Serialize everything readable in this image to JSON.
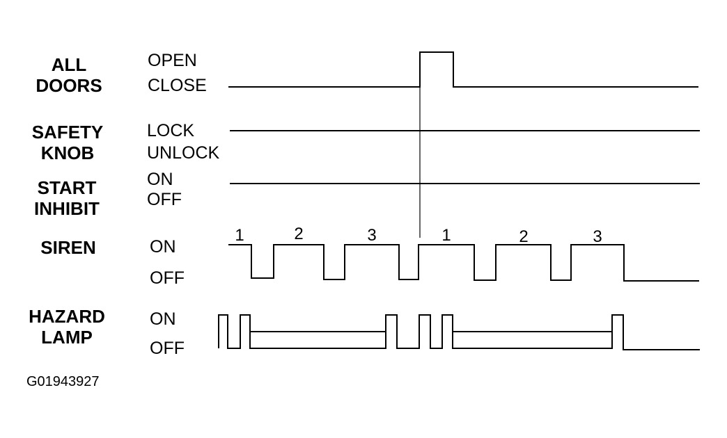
{
  "signals": [
    {
      "id": "all-doors",
      "name_lines": [
        "ALL",
        "DOORS"
      ],
      "states": [
        "OPEN",
        "CLOSE"
      ]
    },
    {
      "id": "safety-knob",
      "name_lines": [
        "SAFETY",
        "KNOB"
      ],
      "states": [
        "LOCK",
        "UNLOCK"
      ]
    },
    {
      "id": "start-inhibit",
      "name_lines": [
        "START",
        "INHIBIT"
      ],
      "states": [
        "ON",
        "OFF"
      ]
    },
    {
      "id": "siren",
      "name_lines": [
        "SIREN"
      ],
      "states": [
        "ON",
        "OFF"
      ]
    },
    {
      "id": "hazard-lamp",
      "name_lines": [
        "HAZARD",
        "LAMP"
      ],
      "states": [
        "ON",
        "OFF"
      ]
    }
  ],
  "siren_pulse_numbers": [
    "1",
    "2",
    "3",
    "1",
    "2",
    "3"
  ],
  "figure_id": "G01943927"
}
